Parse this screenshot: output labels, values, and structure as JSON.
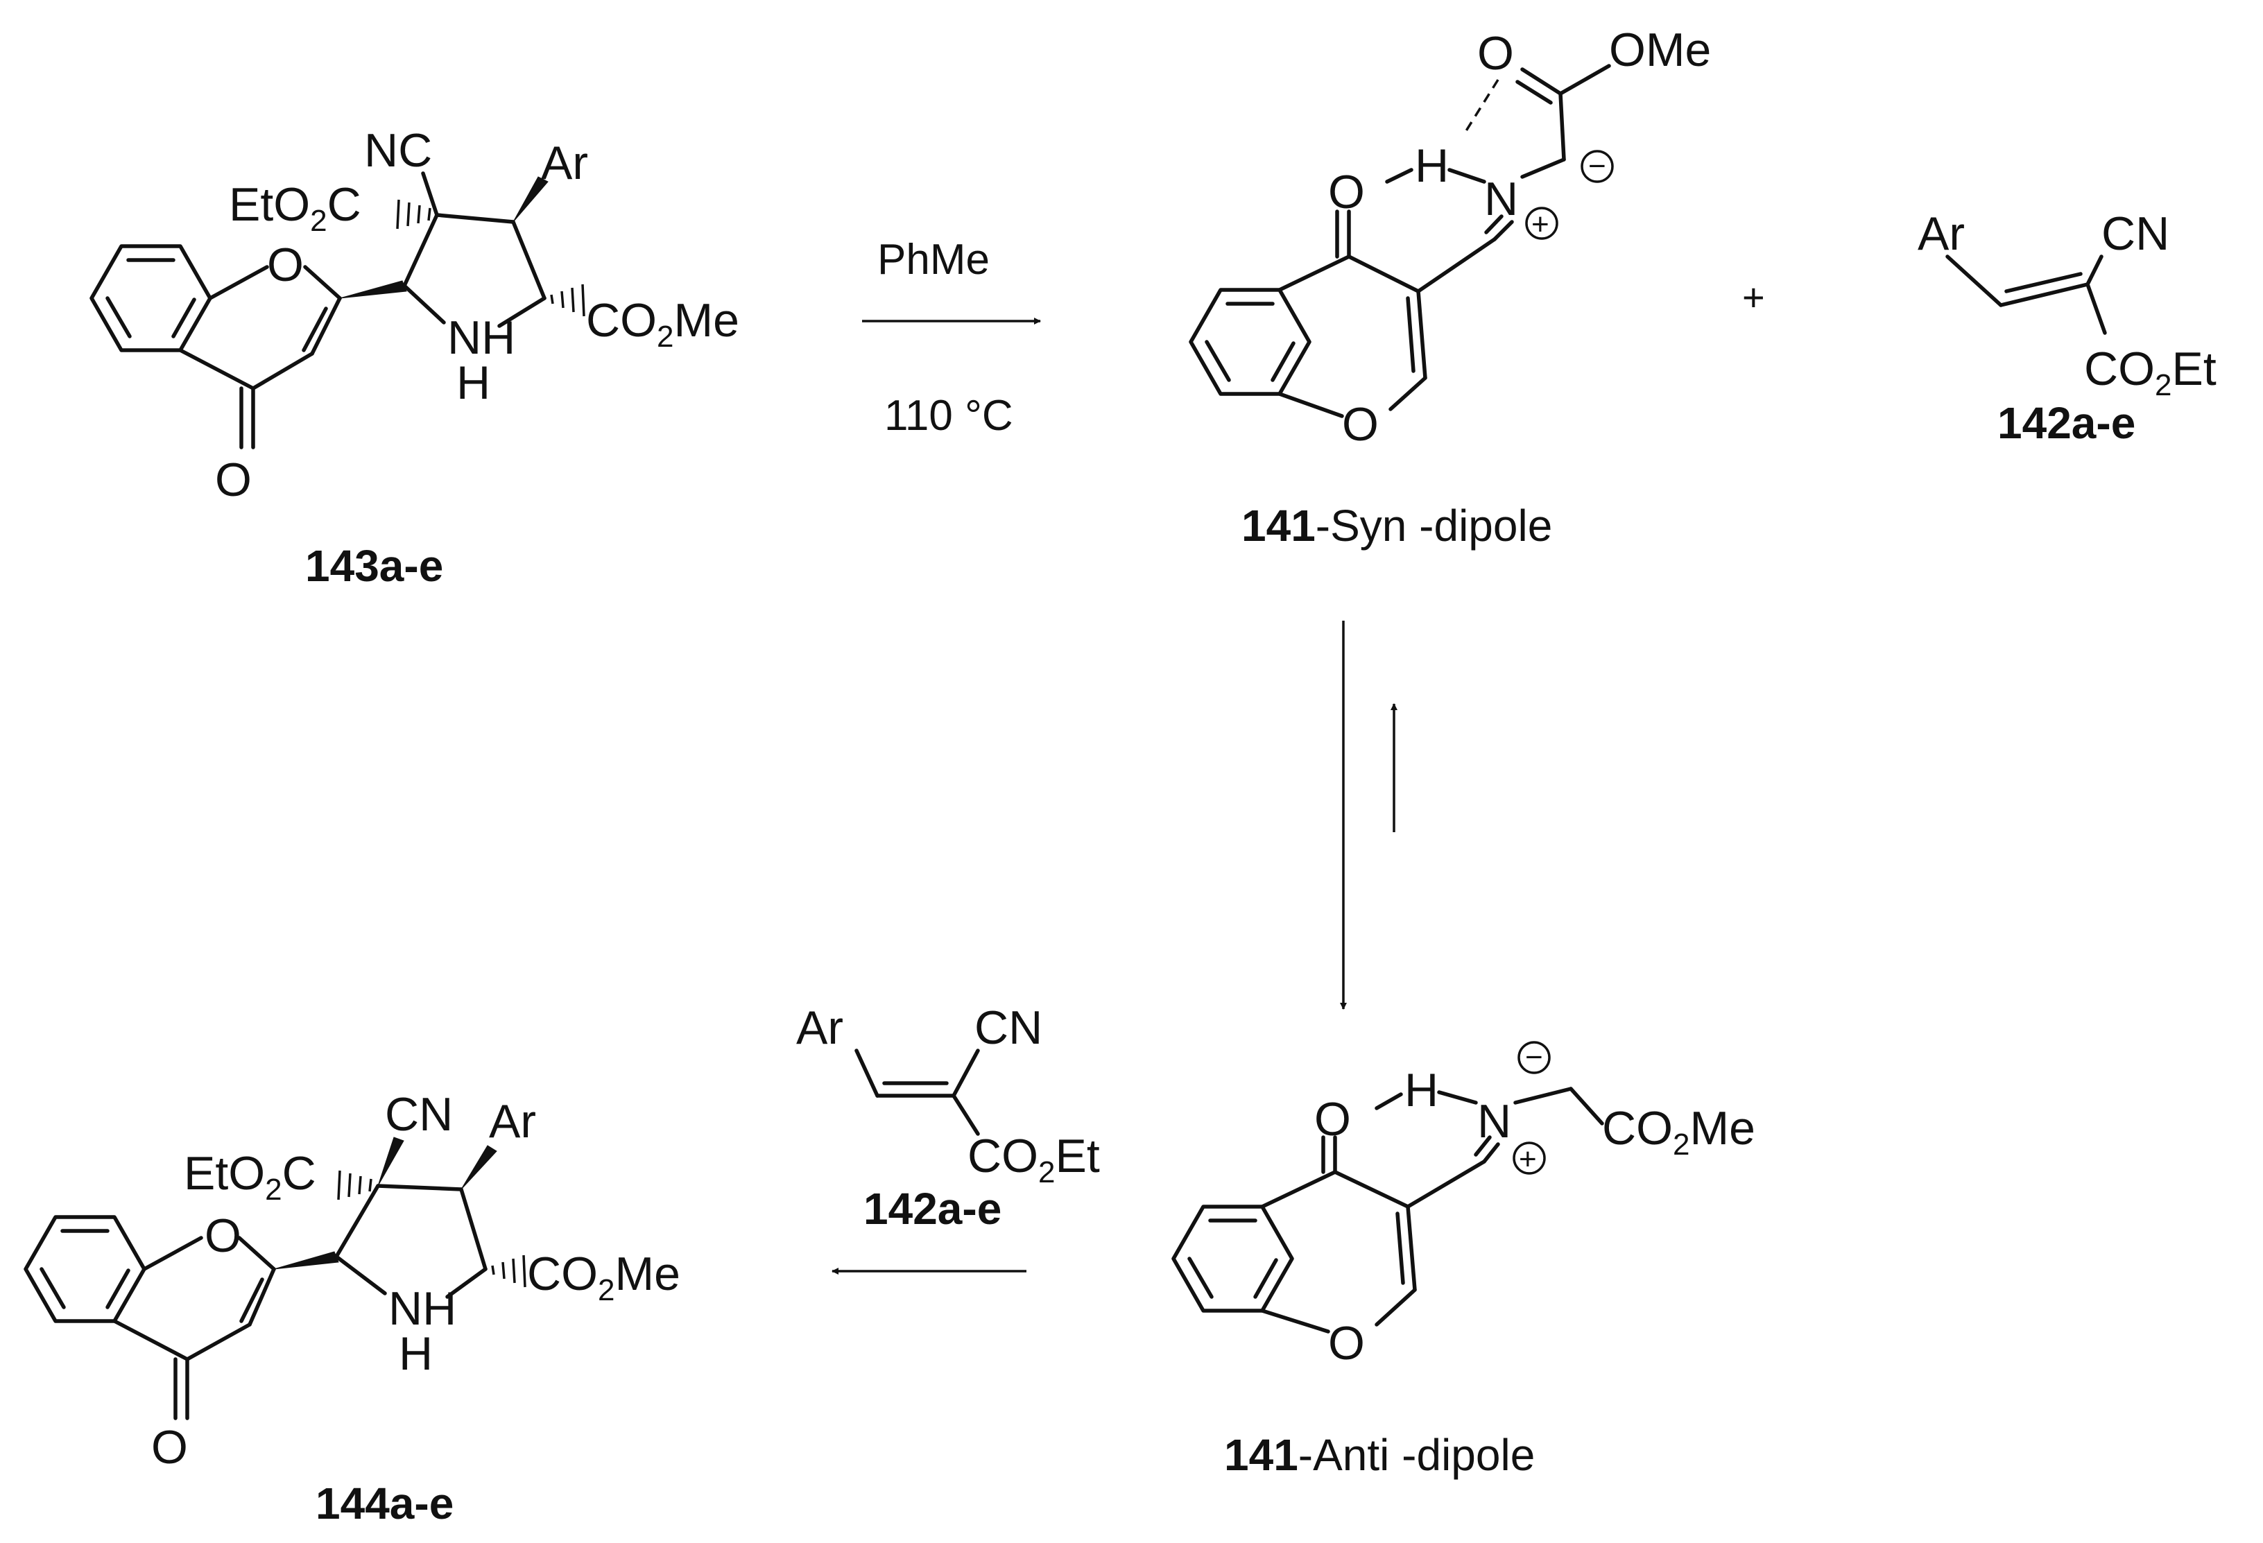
{
  "scheme": {
    "compound_143": {
      "label": "143a-e",
      "atoms": {
        "ring_o": "O",
        "carbonyl_o": "O",
        "nh": "NH",
        "h": "H",
        "ar": "Ar",
        "cn": "NC",
        "ester1": "EtO",
        "ester1_sub": "2",
        "ester1_c": "C",
        "ester2": "CO",
        "ester2_sub": "2",
        "ester2_me": "Me"
      }
    },
    "arrow_forward": {
      "reagent": "PhMe",
      "condition": "110 °C"
    },
    "dipole_syn": {
      "label_bold": "141",
      "label_rest": "-Syn -dipole",
      "atoms": {
        "ring_o": "O",
        "carbonyl_o": "O",
        "h": "H",
        "n": "N",
        "ester_o": "O",
        "ome": "OMe",
        "plus": "+",
        "minus": "−"
      }
    },
    "plus_sign": "+",
    "alkene_142_top": {
      "label": "142a-e",
      "atoms": {
        "ar": "Ar",
        "cn": "CN",
        "ester": "CO",
        "ester_sub": "2",
        "ester_et": "Et"
      }
    },
    "dipole_anti": {
      "label_bold": "141",
      "label_rest": "-Anti -dipole",
      "atoms": {
        "ring_o": "O",
        "carbonyl_o": "O",
        "h": "H",
        "n": "N",
        "ester": "CO",
        "ester_sub": "2",
        "ester_me": "Me",
        "plus": "+",
        "minus": "−"
      }
    },
    "alkene_142_bottom": {
      "label": "142a-e",
      "atoms": {
        "ar": "Ar",
        "cn": "CN",
        "ester": "CO",
        "ester_sub": "2",
        "ester_et": "Et"
      }
    },
    "compound_144": {
      "label": "144a-e",
      "atoms": {
        "ring_o": "O",
        "carbonyl_o": "O",
        "nh": "NH",
        "h": "H",
        "ar": "Ar",
        "cn": "CN",
        "ester1": "EtO",
        "ester1_sub": "2",
        "ester1_c": "C",
        "ester2": "CO",
        "ester2_sub": "2",
        "ester2_me": "Me"
      }
    }
  }
}
